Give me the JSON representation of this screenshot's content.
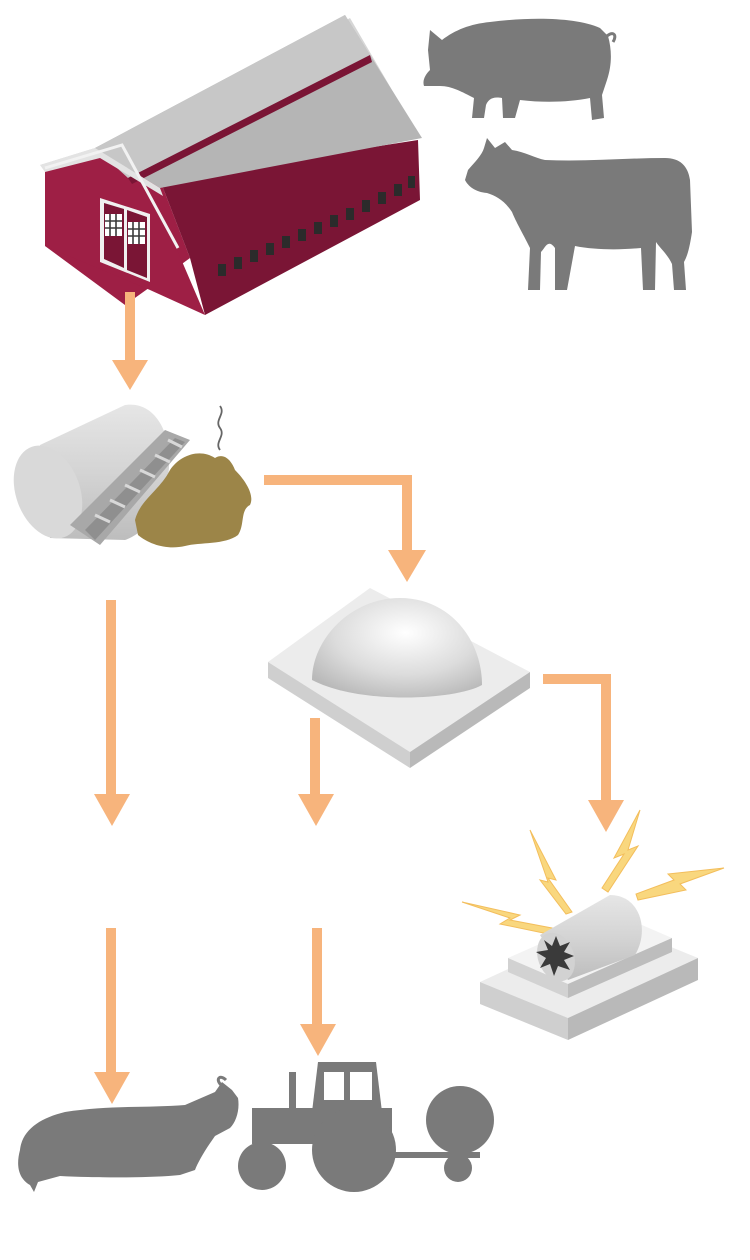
{
  "diagram": {
    "nodes": [
      {
        "id": "barn",
        "icon": "barn-icon"
      },
      {
        "id": "pig",
        "icon": "pig-silhouette-icon"
      },
      {
        "id": "cow-standing",
        "icon": "cow-silhouette-icon"
      },
      {
        "id": "manure-separator",
        "icon": "manure-separator-icon"
      },
      {
        "id": "digester",
        "icon": "anaerobic-digester-icon"
      },
      {
        "id": "generator",
        "icon": "electric-generator-icon"
      },
      {
        "id": "cow-lying",
        "icon": "cow-lying-silhouette-icon"
      },
      {
        "id": "tractor-spreader",
        "icon": "tractor-spreader-icon"
      }
    ],
    "edges": [
      {
        "from": "barn",
        "to": "manure-separator"
      },
      {
        "from": "manure-separator",
        "to": "digester"
      },
      {
        "from": "manure-separator",
        "to": "cow-lying"
      },
      {
        "from": "digester",
        "to": "tractor-spreader"
      },
      {
        "from": "digester",
        "to": "generator"
      }
    ]
  },
  "colors": {
    "arrow": "#F7B47C",
    "barn_red": "#9E1F45",
    "barn_red_dark": "#7A1535",
    "roof": "#B5B5B5",
    "silhouette": "#7A7A7A",
    "manure": "#9C8548",
    "spark": "#F9D77E"
  }
}
